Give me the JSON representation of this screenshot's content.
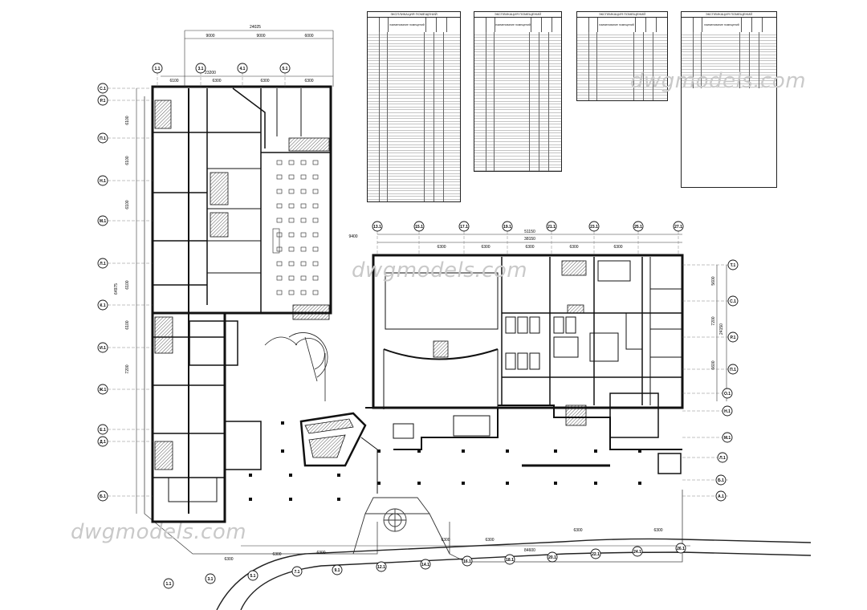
{
  "watermark": "dwgmodels.com",
  "tables": [
    {
      "title": "ЭКСПЛИКАЦИЯ ПОМЕЩЕНИЙ",
      "column_header": "наименование помещений"
    },
    {
      "title": "ЭКСПЛИКАЦИЯ ПОМЕЩЕНИЙ",
      "column_header": "наименование помещений"
    },
    {
      "title": "ЭКСПЛИКАЦИЯ ПОМЕЩЕНИЙ",
      "column_header": "наименование помещений"
    },
    {
      "title": "ЭКСПЛИКАЦИЯ ПОМЕЩЕНИЙ",
      "column_header": "наименование помещений"
    }
  ],
  "axes": {
    "top_upper": [
      "1.1",
      "3.1",
      "4.1",
      "5.1"
    ],
    "top_right": [
      "13.1",
      "15.1",
      "17.1",
      "19.1",
      "21.1",
      "23.1",
      "25.1",
      "27.1"
    ],
    "bottom": [
      "1.1",
      "3.1",
      "5.1",
      "7.1",
      "9.1",
      "12.1",
      "14.1",
      "16.1",
      "18.1",
      "20.1",
      "22.1",
      "24.1",
      "26.1"
    ],
    "left": [
      "C.1",
      "P.1",
      "П.1",
      "Н.1",
      "М.1",
      "Л.1",
      "К.1",
      "И.1",
      "Ж.1",
      "Е.1",
      "Д.1",
      "Б.1"
    ],
    "right": [
      "Т.1",
      "С.1",
      "Р.1",
      "П.1",
      "О.1",
      "Н.1",
      "М.1",
      "Л.1",
      "Б.1",
      "А.1"
    ]
  },
  "dimensions": {
    "top_total": "24025",
    "top_segments": [
      "9000",
      "9000",
      "6000"
    ],
    "top_inner": "23200",
    "top_inner_segments": [
      "6100",
      "6300",
      "6300",
      "6300"
    ],
    "right_top_total": "51150",
    "right_top_inner": "38150",
    "right_top_segments": [
      "6300",
      "6300",
      "6300",
      "6300",
      "6300"
    ],
    "bottom_total": "84600",
    "bottom_segments": [
      "6300",
      "6300",
      "6300",
      "6300",
      "6300",
      "6300",
      "6300"
    ],
    "left_total": "64975",
    "left_segments": [
      "6100",
      "6100",
      "6100",
      "6100",
      "6100",
      "7200"
    ],
    "right_total": "24150",
    "right_segments": [
      "5600",
      "7200",
      "6600"
    ],
    "annex_dim": "9400"
  }
}
